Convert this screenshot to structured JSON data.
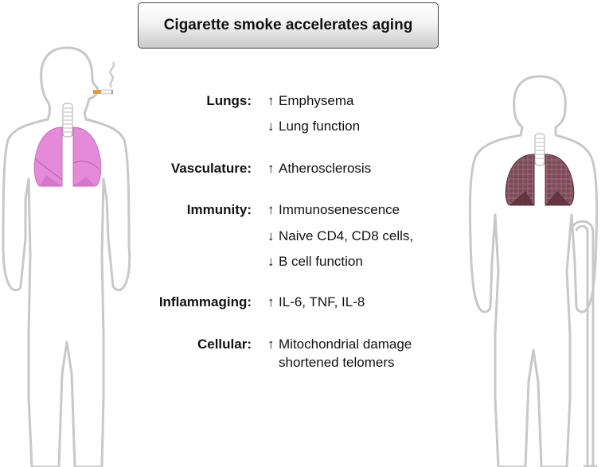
{
  "title": "Cigarette smoke accelerates aging",
  "colors": {
    "silhouette": "#c8c8c8",
    "young_lung": "#e58ad8",
    "old_lung": "#7d4a58",
    "text": "#111111"
  },
  "rows": [
    {
      "category": "Lungs:",
      "effects": [
        {
          "direction": "up",
          "arrow": "↑",
          "text": "Emphysema"
        },
        {
          "direction": "down",
          "arrow": "↓",
          "text": "Lung function"
        }
      ]
    },
    {
      "category": "Vasculature:",
      "effects": [
        {
          "direction": "up",
          "arrow": "↑",
          "text": "Atherosclerosis"
        }
      ]
    },
    {
      "category": "Immunity:",
      "effects": [
        {
          "direction": "up",
          "arrow": "↑",
          "text": "Immunosenescence"
        },
        {
          "direction": "down",
          "arrow": "↓",
          "text": "Naive CD4, CD8 cells,"
        },
        {
          "direction": "down",
          "arrow": "↓",
          "text": "B cell function"
        }
      ]
    },
    {
      "category": "Inflammaging:",
      "effects": [
        {
          "direction": "up",
          "arrow": "↑",
          "text": "IL-6, TNF, IL-8"
        }
      ]
    },
    {
      "category": "Cellular:",
      "effects": [
        {
          "direction": "up",
          "arrow": "↑",
          "text": "Mitochondrial damage"
        },
        {
          "direction": "none",
          "arrow": "",
          "text": "shortened telomers"
        }
      ]
    }
  ]
}
